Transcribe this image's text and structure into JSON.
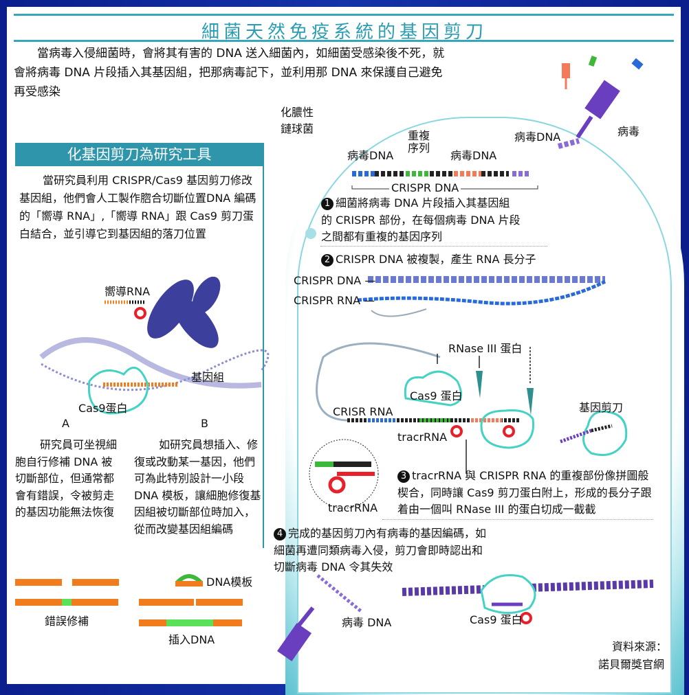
{
  "title": "細菌天然免疫系統的基因剪刀",
  "intro": "當病毒入侵細菌時，會將其有害的 DNA 送入細菌內，如細菌受感染後不死，就會將病毒 DNA 片段插入其基因組，把那病毒記下，並利用那 DNA 來保護自己避免再受感染",
  "left": {
    "heading": "化基因剪刀為研究工具",
    "body": "當研究員利用 CRISPR/Cas9 基因剪刀修改基因組，他們會人工製作脗合切斷位置DNA 編碼的「嚮導 RNA」,「嚮導 RNA」跟 Cas9 剪刀蛋白結合，並引導它到基因組的落刀位置",
    "guide_rna_label": "嚮導RNA",
    "genome_label": "基因組",
    "cas9_label": "Cas9蛋白",
    "option_a": "A",
    "option_b": "B",
    "col_a": "研究員可坐視細胞自行修補 DNA 被切斷部位，但通常都會有錯誤，令被剪走的基因功能無法恢復",
    "col_b": "如研究員想插入、修復或改動某一基因，他們可為此特別設計一小段 DNA 模板，讓細胞修復基因組被切斷部位時加入，從而改變基因組編碼",
    "error_repair_label": "錯誤修補",
    "dna_template_label": "DNA模板",
    "insert_dna_label": "插入DNA"
  },
  "cell": {
    "bacterium_label_1": "化膿性",
    "bacterium_label_2": "鏈球菌",
    "virus_label": "病毒",
    "virus_dna_top": "病毒DNA",
    "repeat_label_1": "重複",
    "repeat_label_2": "序列",
    "virus_dna_left": "病毒DNA",
    "virus_dna_right": "病毒DNA",
    "crispr_dna_bracket": "CRISPR DNA",
    "step1_num": "1",
    "step1": "細菌將病毒 DNA 片段插入其基因組的 CRISPR 部份，在每個病毒 DNA 片段之間都有重複的基因序列",
    "step2_num": "2",
    "step2": "CRISPR DNA 被複製，產生 RNA 長分子",
    "crispr_dna_label": "CRISPR DNA —",
    "crispr_rna_label": "CRISPR RNA —",
    "rnase_label": "RNase III 蛋白",
    "cas9_label": "Cas9 蛋白",
    "gene_scissors_label": "基因剪刀",
    "crisr_rna_label": "CRISR RNA",
    "tracr_label": "tracrRNA",
    "tracr_zoom_label": "tracrRNA",
    "step3_num": "3",
    "step3": "tracrRNA 與 CRISPR RNA 的重複部份像拼圖般楔合，同時讓 Cas9 剪刀蛋白附上，形成的長分子跟着由一個叫 RNase III 的蛋白切成一截截",
    "step4_num": "4",
    "step4": "完成的基因剪刀內有病毒的基因編碼，如細菌再遭同類病毒入侵，剪刀會即時認出和切斷病毒 DNA 令其失效",
    "virus_dna_bottom": "病毒 DNA",
    "cas9_bottom": "Cas9 蛋白"
  },
  "source_1": "資料來源：",
  "source_2": "諾貝爾獎官網",
  "colors": {
    "accent": "#2e95ab",
    "virus": "#6a3fbf",
    "rna_red": "#e8202a",
    "dna_orange": "#f07c1e",
    "green": "#3db83a"
  }
}
